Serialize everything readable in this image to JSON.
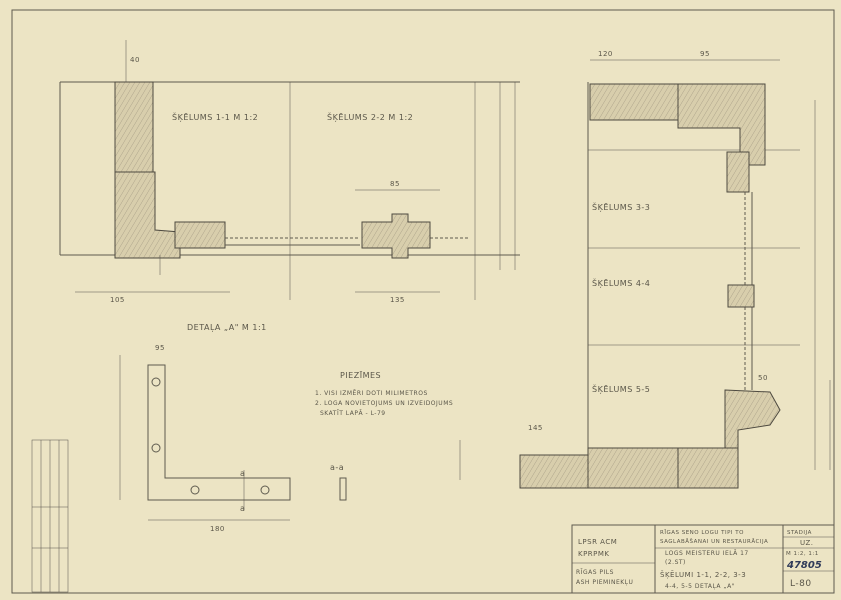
{
  "sections": {
    "s11": "ŠĶĒLUMS 1-1 M 1:2",
    "s22": "ŠĶĒLUMS 2-2 M 1:2",
    "s33": "ŠĶĒLUMS 3-3",
    "s44": "ŠĶĒLUMS 4-4",
    "s55": "ŠĶĒLUMS 5-5",
    "detail": "DETAĻA „A\" M 1:1",
    "cut_mark": "a",
    "cut_label": "a-a"
  },
  "notes": {
    "title": "PIEZĪMES",
    "lines": [
      "1. VISI IZMĒRI DOTI MILIMETROS",
      "2. LOGA NOVIETOJUMS UN IZVEIDOJUMS",
      "SKATĪT LAPĀ - L-79"
    ]
  },
  "title_block": {
    "org1": "LPSR ACM",
    "org2": "KPRPMK",
    "dept1": "RĪGAS PILS",
    "dept2": "ASH PIEMINEKĻU",
    "project1": "RĪGAS SENO LOGU TIPI TO",
    "project2": "SAGLABĀŠANAI UN RESTAURĀCIJA",
    "sheet1": "LOGS MEISTERU IELĀ 17",
    "sheet2": "(2.ST)",
    "sheet3": "ŠĶĒLUMI 1-1, 2-2, 3-3",
    "sheet4": "4-4, 5-5 DETAĻA „A\"",
    "stage_label": "STADIJA",
    "stage": "UZ.",
    "scale": "M 1:2, 1:1",
    "archive_no": "47805",
    "sheet_no": "L-80"
  },
  "dimensions": {
    "d1": "40",
    "d2": "105",
    "d3": "85",
    "d4": "95",
    "d5": "135",
    "d6": "95",
    "d7": "50",
    "d8": "180",
    "d9": "145",
    "d10": "120"
  }
}
